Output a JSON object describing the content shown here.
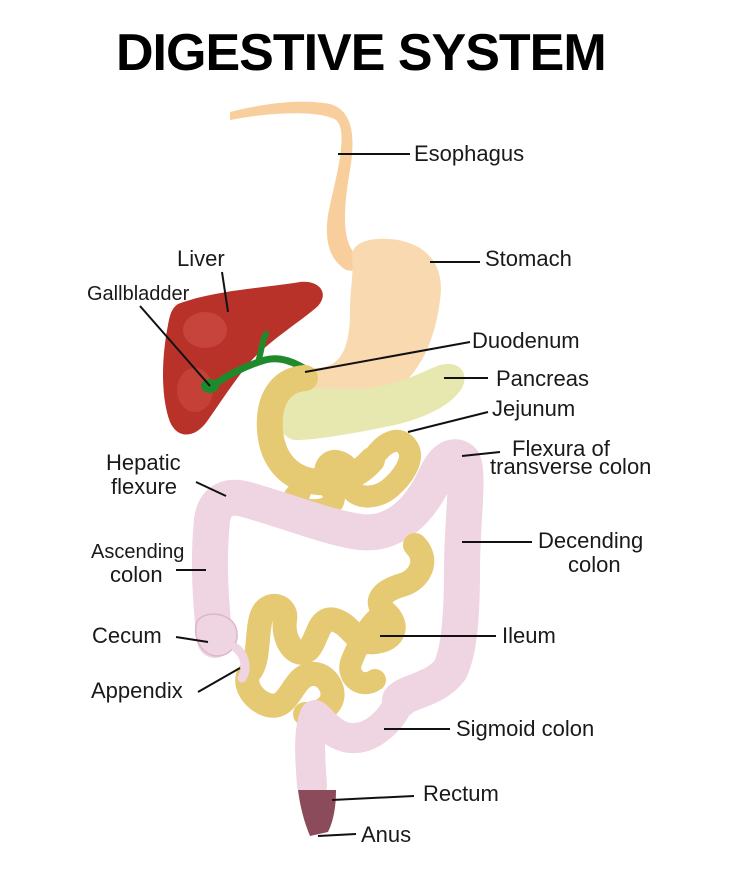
{
  "title": "DIGESTIVE SYSTEM",
  "colors": {
    "liver": "#b9322a",
    "liver_highlight": "#d4544a",
    "gallbladder": "#1f8a2c",
    "esophagus": "#f8cf9c",
    "stomach": "#f9d9b0",
    "pancreas": "#e6e8b0",
    "small_intestine": "#e6c973",
    "colon": "#efd4e2",
    "colon_edge": "#dcb7c9",
    "rectum": "#8c4b5a",
    "leader": "#111111"
  },
  "labels": {
    "esophagus": "Esophagus",
    "stomach": "Stomach",
    "liver": "Liver",
    "gallbladder": "Gallbladder",
    "duodenum": "Duodenum",
    "pancreas": "Pancreas",
    "jejunum": "Jejunum",
    "hepatic_1": "Hepatic",
    "hepatic_2": "flexure",
    "flexura_1": "Flexura of",
    "flexura_2": "transverse colon",
    "ascending_1": "Ascending",
    "ascending_2": "colon",
    "descending_1": "Decending",
    "descending_2": "colon",
    "cecum": "Cecum",
    "ileum": "Ileum",
    "appendix": "Appendix",
    "sigmoid": "Sigmoid colon",
    "rectum": "Rectum",
    "anus": "Anus"
  }
}
